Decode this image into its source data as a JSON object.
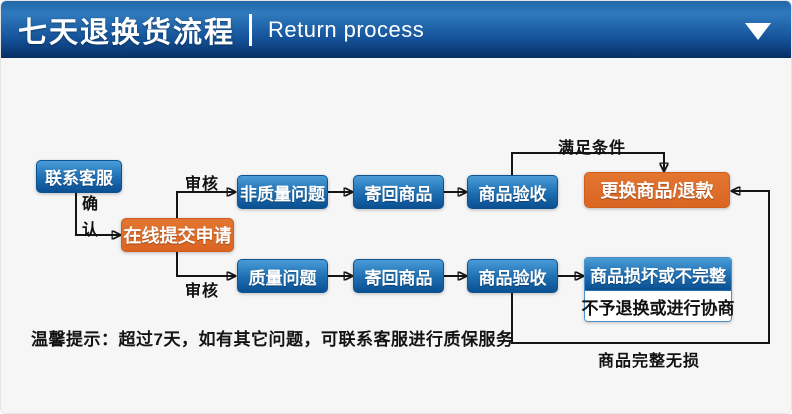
{
  "header": {
    "title": "七天退换货流程",
    "subtitle": "Return process"
  },
  "flow": {
    "nodes": [
      {
        "id": "contact-service",
        "label": "联系客服",
        "style": "blue"
      },
      {
        "id": "submit-online",
        "label": "在线提交申请",
        "style": "orange"
      },
      {
        "id": "non-quality-issue",
        "label": "非质量问题",
        "style": "blue"
      },
      {
        "id": "send-back-top",
        "label": "寄回商品",
        "style": "blue"
      },
      {
        "id": "inspect-top",
        "label": "商品验收",
        "style": "blue"
      },
      {
        "id": "exchange-refund",
        "label": "更换商品/退款",
        "style": "orange"
      },
      {
        "id": "quality-issue",
        "label": "质量问题",
        "style": "blue"
      },
      {
        "id": "send-back-bottom",
        "label": "寄回商品",
        "style": "blue"
      },
      {
        "id": "inspect-bottom",
        "label": "商品验收",
        "style": "blue"
      },
      {
        "id": "damaged",
        "label": "商品损坏或不完整",
        "style": "blue-header"
      },
      {
        "id": "negotiate",
        "label": "不予退换或进行协商",
        "style": "white-body"
      }
    ],
    "edge_labels": {
      "confirm": "确认",
      "review_top": "审核",
      "review_bottom": "审核",
      "meet_condition": "满足条件",
      "goods_intact": "商品完整无损"
    },
    "note": "温馨提示：超过7天，如有其它问题，可联系客服进行质保服务"
  },
  "colors": {
    "header_gradient_top": "#2f7abd",
    "header_gradient_bottom": "#0a336b",
    "node_blue_top": "#4a9cd8",
    "node_blue_bottom": "#0a5092",
    "node_orange": "#dd6b27",
    "connector_line": "#151515",
    "background": "#f6f6f6"
  }
}
